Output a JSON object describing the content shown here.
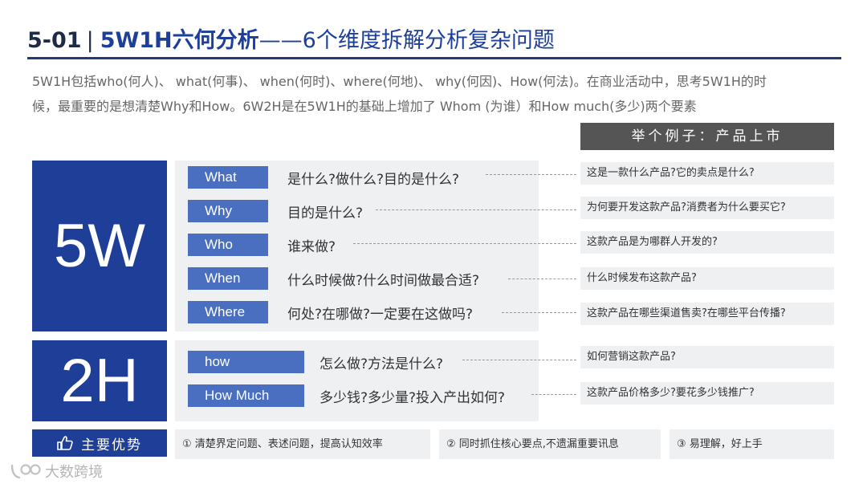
{
  "title": {
    "number": "5-01",
    "separator": "|",
    "main": "5W1H六何分析",
    "sub": "——6个维度拆解分析复杂问题"
  },
  "intro": {
    "line1": "5W1H包括who(何人)、 what(何事)、 when(何时)、where(何地)、 why(何因)、How(何法)。在商业活动中，思考5W1H的时",
    "line2": "候，最重要的是想清楚Why和How。6W2H是在5W1H的基础上增加了 Whom (为谁）和How much(多少)两个要素"
  },
  "example_header": "举个例子：产品上市",
  "block_5w": "5W",
  "block_2h": "2H",
  "rows_5w": [
    {
      "tag": "What",
      "question": "是什么?做什么?目的是什么?",
      "example": "这是一款什么产品?它的卖点是什么?"
    },
    {
      "tag": "Why",
      "question": "目的是什么?",
      "example": "为何要开发这款产品?消费者为什么要买它?"
    },
    {
      "tag": "Who",
      "question": "谁来做?",
      "example": "这款产品是为哪群人开发的?"
    },
    {
      "tag": "When",
      "question": "什么时候做?什么时间做最合适?",
      "example": "什么时候发布这款产品?"
    },
    {
      "tag": "Where",
      "question": "何处?在哪做?一定要在这做吗?",
      "example": "这款产品在哪些渠道售卖?在哪些平台传播?"
    }
  ],
  "rows_2h": [
    {
      "tag": "how",
      "question": "怎么做?方法是什么?",
      "example": "如何营销这款产品?"
    },
    {
      "tag": "How Much",
      "question": "多少钱?多少量?投入产出如何?",
      "example": "这款产品价格多少?要花多少钱推广?"
    }
  ],
  "advantages": {
    "label": "主要优势",
    "icon": "thumbs-up-icon",
    "items": [
      "① 清楚界定问题、表述问题，提高认知效率",
      "② 同时抓住核心要点,不遗漏重要讯息",
      "③ 易理解，好上手"
    ]
  },
  "watermark": "大数跨境",
  "colors": {
    "dark_blue": "#1f3e98",
    "tag_blue": "#4a6fc0",
    "panel_gray": "#eef0f2",
    "header_gray": "#555555"
  }
}
